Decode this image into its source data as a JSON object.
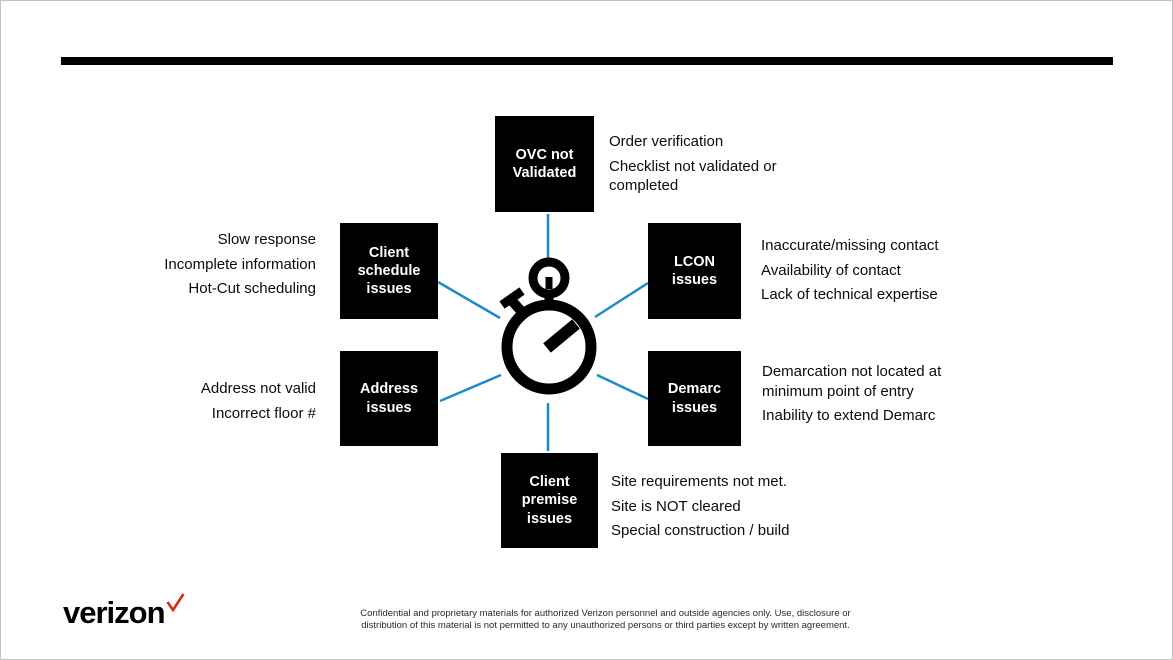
{
  "diagram": {
    "center_icon": "stopwatch",
    "nodes": [
      {
        "id": "ovc",
        "label_lines": [
          "OVC not",
          "Validated"
        ],
        "notes": [
          "Order verification",
          "Checklist not validated or completed"
        ]
      },
      {
        "id": "client_schedule",
        "label_lines": [
          "Client",
          "schedule",
          "issues"
        ],
        "notes": [
          "Slow response",
          "Incomplete information",
          "Hot-Cut scheduling"
        ]
      },
      {
        "id": "lcon",
        "label_lines": [
          "LCON",
          "issues"
        ],
        "notes": [
          "Inaccurate/missing contact",
          "Availability of contact",
          "Lack of technical expertise"
        ]
      },
      {
        "id": "address",
        "label_lines": [
          "Address",
          "issues"
        ],
        "notes": [
          "Address not valid",
          "Incorrect floor #"
        ]
      },
      {
        "id": "demarc",
        "label_lines": [
          "Demarc",
          "issues"
        ],
        "notes": [
          "Demarcation not located at minimum point of entry",
          "Inability to extend Demarc"
        ]
      },
      {
        "id": "client_premise",
        "label_lines": [
          "Client",
          "premise",
          "issues"
        ],
        "notes": [
          "Site requirements not met.",
          "Site is NOT cleared",
          "Special construction / build"
        ]
      }
    ]
  },
  "footer": {
    "brand": "verizon",
    "disclaimer": "Confidential and proprietary materials for authorized Verizon personnel and outside agencies only. Use, disclosure or distribution of this material is not permitted to any unauthorized persons or third parties except by written agreement."
  },
  "colors": {
    "connector_blue": "#1b8bca",
    "box_black": "#000000",
    "brand_check_red": "#d52b1e"
  }
}
